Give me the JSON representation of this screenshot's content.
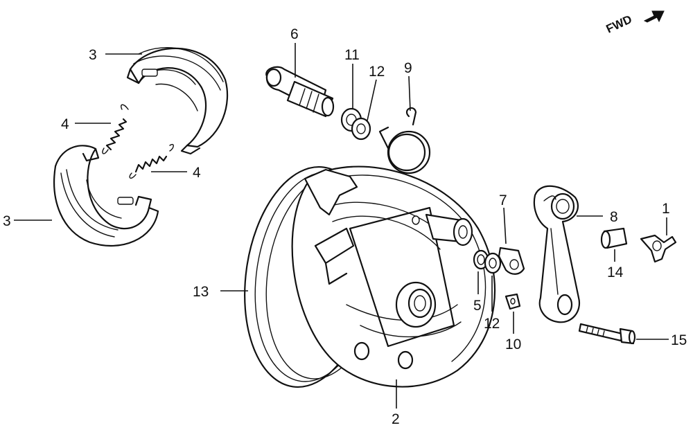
{
  "direction_label": "FWD",
  "callouts": {
    "c1": "1",
    "c2": "2",
    "c3a": "3",
    "c3b": "3",
    "c4a": "4",
    "c4b": "4",
    "c5": "5",
    "c6": "6",
    "c7": "7",
    "c8": "8",
    "c9": "9",
    "c10": "10",
    "c11": "11",
    "c12a": "12",
    "c12b": "12",
    "c13": "13",
    "c14": "14",
    "c15": "15"
  }
}
